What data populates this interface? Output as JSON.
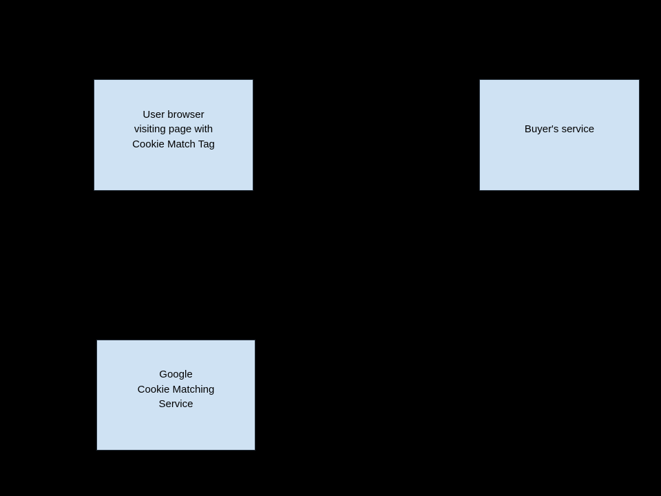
{
  "diagram": {
    "background_color": "#000000",
    "node_fill_color": "#cfe2f3",
    "node_text_color": "#000000",
    "nodes": [
      {
        "id": "user-browser",
        "label": "User browser\nvisiting page with\nCookie Match Tag"
      },
      {
        "id": "buyers-service",
        "label": "Buyer's service"
      },
      {
        "id": "google-cookie-matching-service",
        "label": "Google\nCookie Matching\nService"
      }
    ]
  }
}
